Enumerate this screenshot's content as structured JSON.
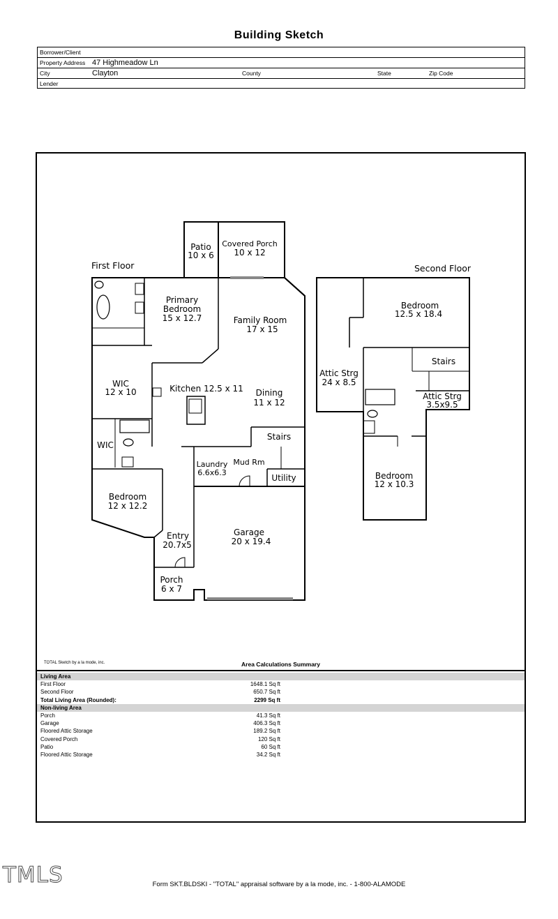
{
  "title": "Building Sketch",
  "header": {
    "borrower_label": "Borrower/Client",
    "borrower_value": "",
    "property_label": "Property Address",
    "property_value": "47 Highmeadow Ln",
    "city_label": "City",
    "city_value": "Clayton",
    "county_label": "County",
    "state_label": "State",
    "zip_label": "Zip Code",
    "lender_label": "Lender"
  },
  "sketch": {
    "first_floor_label": "First Floor",
    "second_floor_label": "Second Floor",
    "rooms": {
      "patio": "Patio",
      "patio_dim": "10 x 6",
      "covered_porch": "Covered Porch",
      "covered_porch_dim": "10 x 12",
      "primary_bedroom_1": "Primary",
      "primary_bedroom_2": "Bedroom",
      "primary_bedroom_dim": "15 x 12.7",
      "family_room": "Family Room",
      "family_room_dim": "17 x 15",
      "wic1": "WIC",
      "wic1_dim": "12 x 10",
      "kitchen": "Kitchen 12.5 x 11",
      "dining": "Dining",
      "dining_dim": "11 x 12",
      "wic2": "WIC",
      "stairs1": "Stairs",
      "laundry": "Laundry",
      "laundry_dim": "6.6x6.3",
      "mud_rm": "Mud Rm",
      "utility": "Utility",
      "bedroom1": "Bedroom",
      "bedroom1_dim": "12 x 12.2",
      "entry": "Entry",
      "entry_dim": "20.7x5",
      "garage": "Garage",
      "garage_dim": "20 x 19.4",
      "porch": "Porch",
      "porch_dim": "6 x 7",
      "bedroom2": "Bedroom",
      "bedroom2_dim": "12.5 x 18.4",
      "stairs2": "Stairs",
      "attic1": "Attic Strg",
      "attic1_dim": "24 x 8.5",
      "attic2": "Attic Strg",
      "attic2_dim": "3.5x9.5",
      "bedroom3": "Bedroom",
      "bedroom3_dim": "12 x 10.3"
    },
    "credit": "TOTAL Sketch by a la mode, inc."
  },
  "area_summary": {
    "title": "Area Calculations Summary",
    "living_header": "Living Area",
    "living": [
      {
        "label": "First Floor",
        "value": "1648.1 Sq ft"
      },
      {
        "label": "Second Floor",
        "value": "650.7 Sq ft"
      }
    ],
    "total_label": "Total Living Area (Rounded):",
    "total_value": "2299 Sq ft",
    "nonliving_header": "Non-living Area",
    "nonliving": [
      {
        "label": "Porch",
        "value": "41.3 Sq ft"
      },
      {
        "label": "Garage",
        "value": "406.3 Sq ft"
      },
      {
        "label": "Floored Attic Storage",
        "value": "189.2 Sq ft"
      },
      {
        "label": "Covered Porch",
        "value": "120 Sq ft"
      },
      {
        "label": "Patio",
        "value": "60 Sq ft"
      },
      {
        "label": "Floored Attic Storage",
        "value": "34.2 Sq ft"
      }
    ]
  },
  "watermark": "TMLS",
  "footer": "Form SKT.BLDSKI - \"TOTAL\" appraisal software by a la mode, inc. - 1-800-ALAMODE"
}
